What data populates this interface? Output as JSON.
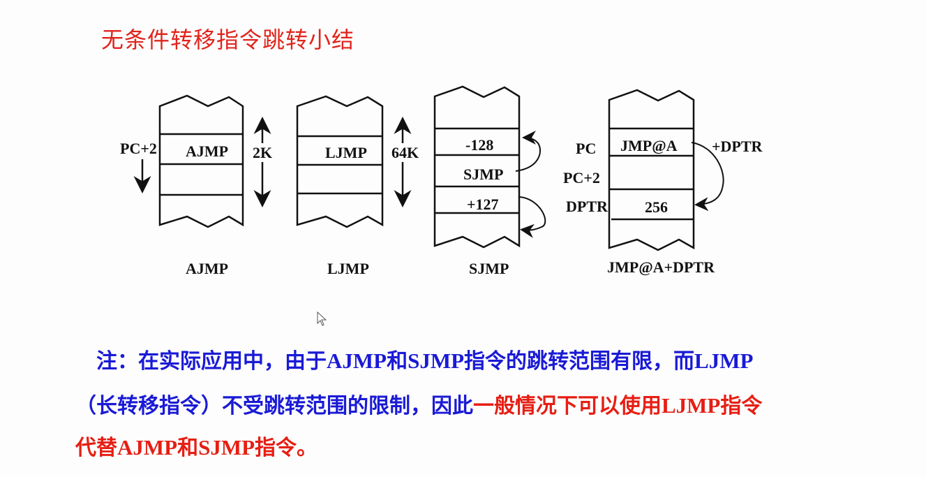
{
  "title": "无条件转移指令跳转小结",
  "diagrams": {
    "ajmp": {
      "cell_label": "AJMP",
      "left_label": "PC+2",
      "range_label": "2K",
      "caption": "AJMP"
    },
    "ljmp": {
      "cell_label": "LJMP",
      "range_label": "64K",
      "caption": "LJMP"
    },
    "sjmp": {
      "cells": [
        "-128",
        "SJMP",
        "+127"
      ],
      "caption": "SJMP"
    },
    "jmpa": {
      "cell_label": "JMP@A",
      "cell_target": "256",
      "left_labels": [
        "PC",
        "PC+2",
        "DPTR"
      ],
      "arrow_label": "+DPTR",
      "caption": "JMP@A+DPTR"
    }
  },
  "note": {
    "line1": {
      "p1": "注：在实际应用中，由于",
      "p2": "AJMP",
      "p3": "和",
      "p4": "SJMP",
      "p5": "指令的跳转范围有限，而",
      "p6": "LJMP"
    },
    "line2": {
      "p1": "（长转移指令）不受跳转范围的限制，因此",
      "p2": "一般情况下可以使用",
      "p3": "LJMP",
      "p4": "指令"
    },
    "line3": {
      "p1": "代替",
      "p2": "AJMP",
      "p3": "和",
      "p4": "SJMP",
      "p5": "指令。"
    }
  },
  "colors": {
    "title": "#e0241c",
    "note_blue": "#1a1ad6",
    "note_red": "#e61e14"
  }
}
